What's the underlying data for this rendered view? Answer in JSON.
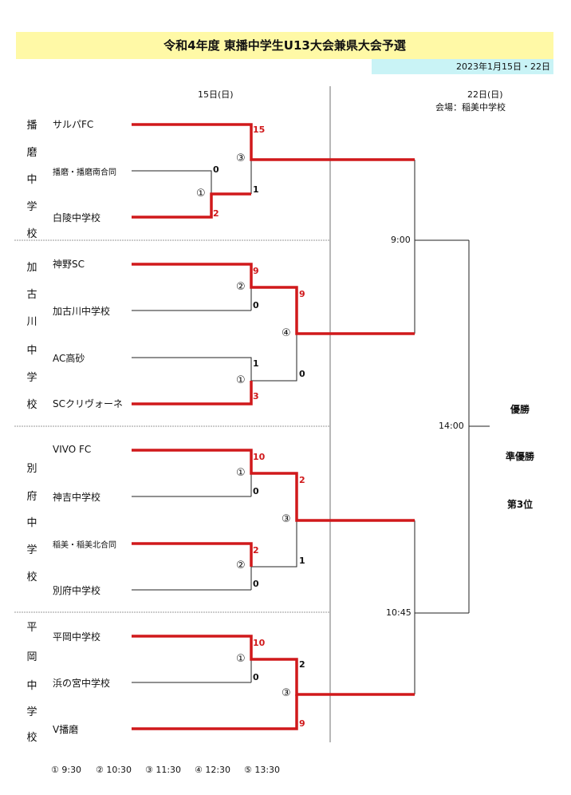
{
  "title": "令和4年度 東播中学生U13大会兼県大会予選",
  "date_range": "2023年1月15日・22日",
  "day1_header": "15日(日)",
  "day2_header": "22日(日)",
  "venue": "会場：稲美中学校",
  "groups": [
    {
      "name": "播磨中学校",
      "chars": [
        "播",
        "磨",
        "中",
        "学",
        "校"
      ]
    },
    {
      "name": "加古川中学校",
      "chars": [
        "加",
        "古",
        "川",
        "中",
        "学",
        "校"
      ]
    },
    {
      "name": "別府中学校",
      "chars": [
        "別",
        "府",
        "中",
        "学",
        "校"
      ]
    },
    {
      "name": "平岡中学校",
      "chars": [
        "平",
        "岡",
        "中",
        "学",
        "校"
      ]
    }
  ],
  "teams": [
    "サルパFC",
    "播磨・播磨南合同",
    "白陵中学校",
    "神野SC",
    "加古川中学校",
    "AC高砂",
    "SCクリヴォーネ",
    "VIVO FC",
    "神吉中学校",
    "稲美・稲美北合同",
    "別府中学校",
    "平岡中学校",
    "浜の宮中学校",
    "V播磨"
  ],
  "scores": {
    "g1_m1_top": "0",
    "g1_m1_bot": "2",
    "g1_m2_top": "15",
    "g1_m2_bot": "1",
    "g2_m1_top": "9",
    "g2_m1_bot": "0",
    "g2_m2_top": "1",
    "g2_m2_bot": "3",
    "g2_m3_top": "9",
    "g2_m3_bot": "0",
    "g3_m1_top": "10",
    "g3_m1_bot": "0",
    "g3_m2_top": "2",
    "g3_m2_bot": "0",
    "g3_m3_top": "2",
    "g3_m3_bot": "1",
    "g4_m1_top": "10",
    "g4_m1_bot": "0",
    "g4_m2_top": "2",
    "g4_m2_bot": "9"
  },
  "circle_marks": {
    "g1_m1": "①",
    "g1_m2": "③",
    "g2_m1": "②",
    "g2_m2": "①",
    "g2_m3": "④",
    "g3_m1": "①",
    "g3_m2": "②",
    "g3_m3": "③",
    "g4_m1": "①",
    "g4_m2": "③"
  },
  "times": {
    "sf1": "9:00",
    "sf2": "10:45",
    "final": "14:00"
  },
  "ranks": {
    "first": "優勝",
    "second": "準優勝",
    "third": "第3位"
  },
  "legend": [
    "① 9:30",
    "② 10:30",
    "③ 11:30",
    "④ 12:30",
    "⑤ 13:30"
  ],
  "colors": {
    "win_line": "#d0191b",
    "line": "#222222",
    "title_bg": "#fff9a6",
    "date_bg": "#c9f3f6"
  }
}
